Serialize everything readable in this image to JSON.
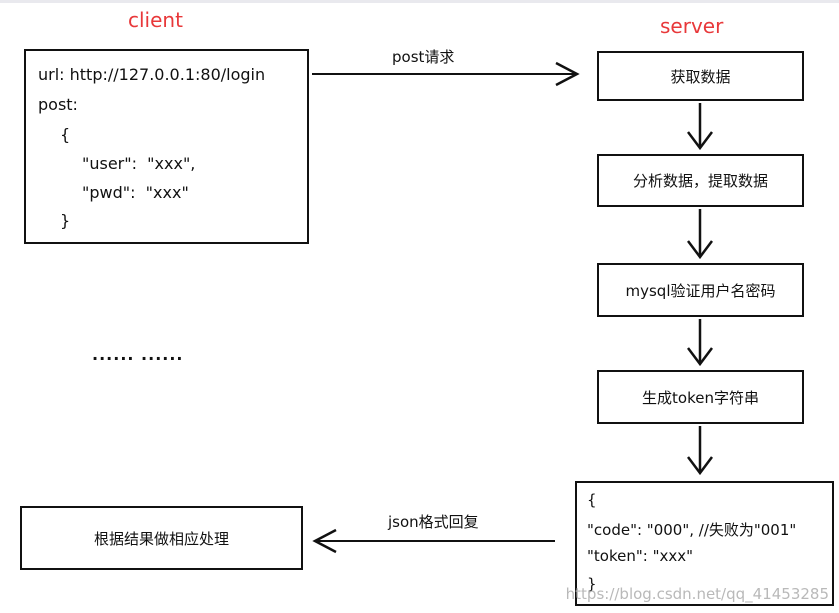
{
  "client_label": "client",
  "server_label": "server",
  "request": {
    "lines": [
      "url: http://127.0.0.1:80/login",
      "post:",
      "{",
      "\"user\":  \"xxx\",",
      "\"pwd\":  \"xxx\"",
      "}"
    ]
  },
  "arrow_top_label": "post请求",
  "ellipsis": "...... ......",
  "steps": [
    "获取数据",
    "分析数据，提取数据",
    "mysql验证用户名密码",
    "生成token字符串"
  ],
  "response": {
    "lines": [
      "{",
      "\"code\": \"000\", //失败为\"001\"",
      "\"token\": \"xxx\"",
      "}"
    ]
  },
  "arrow_bottom_label": "json格式回复",
  "result_box": "根据结果做相应处理",
  "watermark": "https://blog.csdn.net/qq_41453285"
}
